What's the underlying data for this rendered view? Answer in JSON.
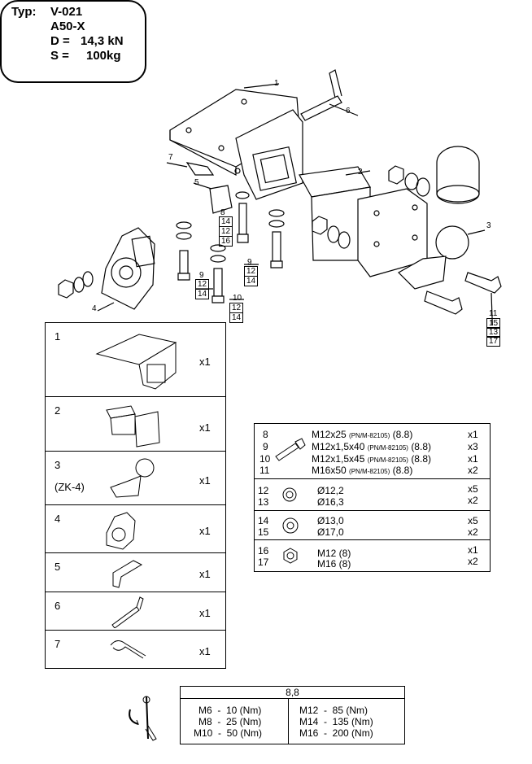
{
  "type_box": {
    "typ_label": "Typ:",
    "typ_value": "V-021",
    "model": "A50-X",
    "d_label": "D =",
    "d_value": "14,3 kN",
    "s_label": "S =",
    "s_value": "100kg"
  },
  "diagram_labels": [
    "1",
    "2",
    "3",
    "4",
    "5",
    "6",
    "7",
    "8",
    "14",
    "12",
    "16",
    "9",
    "12",
    "14",
    "9",
    "12",
    "14",
    "10",
    "12",
    "14",
    "11",
    "15",
    "13",
    "17"
  ],
  "parts": [
    {
      "num": "1",
      "sub": "",
      "qty": "x1",
      "icon": "receiver-bracket-icon"
    },
    {
      "num": "2",
      "sub": "",
      "qty": "x1",
      "icon": "hitch-bar-icon"
    },
    {
      "num": "3",
      "sub": "(ZK-4)",
      "qty": "x1",
      "icon": "tow-ball-icon"
    },
    {
      "num": "4",
      "sub": "",
      "qty": "x1",
      "icon": "socket-plate-icon"
    },
    {
      "num": "5",
      "sub": "",
      "qty": "x1",
      "icon": "angle-bracket-icon"
    },
    {
      "num": "6",
      "sub": "",
      "qty": "x1",
      "icon": "pin-icon"
    },
    {
      "num": "7",
      "sub": "",
      "qty": "x1",
      "icon": "clip-icon"
    }
  ],
  "bolts": [
    {
      "num": "8",
      "spec": "M12x25",
      "norm": "(PN/M-82105)",
      "grade": "(8.8)",
      "qty": "x1"
    },
    {
      "num": "9",
      "spec": "M12x1,5x40",
      "norm": "(PN/M-82105)",
      "grade": "(8.8)",
      "qty": "x3"
    },
    {
      "num": "10",
      "spec": "M12x1,5x45",
      "norm": "(PN/M-82105)",
      "grade": "(8.8)",
      "qty": "x1"
    },
    {
      "num": "11",
      "spec": "M16x50",
      "norm": "(PN/M-82105)",
      "grade": "(8.8)",
      "qty": "x2"
    }
  ],
  "lock_washers": [
    {
      "num": "12",
      "size": "Ø12,2",
      "qty": "x5"
    },
    {
      "num": "13",
      "size": "Ø16,3",
      "qty": "x2"
    }
  ],
  "flat_washers": [
    {
      "num": "14",
      "size": "Ø13,0",
      "qty": "x5"
    },
    {
      "num": "15",
      "size": "Ø17,0",
      "qty": "x2"
    }
  ],
  "nuts": [
    {
      "num": "16",
      "size": "M12 (8)",
      "qty": "x1"
    },
    {
      "num": "17",
      "size": "M16 (8)",
      "qty": "x2"
    }
  ],
  "torque": {
    "grade": "8,8",
    "left": [
      "M6  -  10 (Nm)",
      "M8  -  25 (Nm)",
      "M10  -  50 (Nm)"
    ],
    "right": [
      "M12  -  85 (Nm)",
      "M14  -  135 (Nm)",
      "M16  -  200 (Nm)"
    ]
  }
}
